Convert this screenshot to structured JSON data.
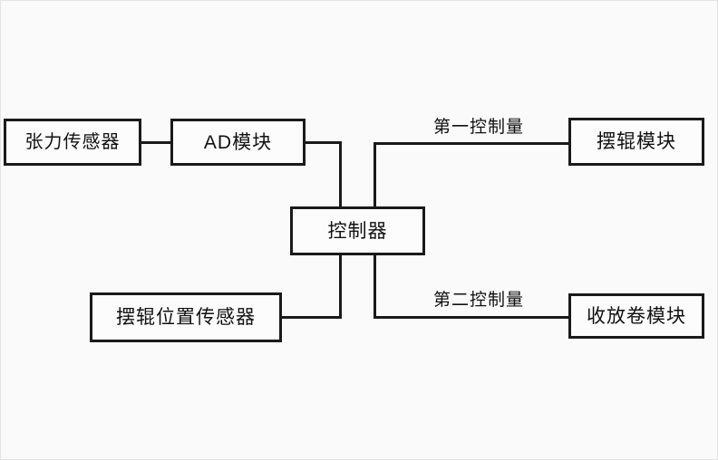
{
  "diagram": {
    "title_text": "",
    "colors": {
      "background": "#fafafa",
      "node_fill": "#fcfcfc",
      "stroke": "#1a1a1a",
      "text": "#111111"
    },
    "nodes": [
      {
        "id": "tension-sensor",
        "label": "张力传感器"
      },
      {
        "id": "ad-module",
        "label": "AD模块"
      },
      {
        "id": "controller",
        "label": "控制器"
      },
      {
        "id": "roll-position-sensor",
        "label": "摆辊位置传感器"
      },
      {
        "id": "roll-module",
        "label": "摆辊模块"
      },
      {
        "id": "winding-module",
        "label": "收放卷模块"
      }
    ],
    "edge_labels": [
      {
        "id": "first-control-value",
        "label": "第一控制量"
      },
      {
        "id": "second-control-value",
        "label": "第二控制量"
      }
    ],
    "connections": [
      {
        "from": "张力传感器",
        "to": "AD模块",
        "label": ""
      },
      {
        "from": "AD模块",
        "to": "控制器",
        "label": ""
      },
      {
        "from": "控制器",
        "to": "摆辊模块",
        "label": "第一控制量"
      },
      {
        "from": "摆辊位置传感器",
        "to": "控制器",
        "label": ""
      },
      {
        "from": "控制器",
        "to": "收放卷模块",
        "label": "第二控制量"
      }
    ]
  }
}
